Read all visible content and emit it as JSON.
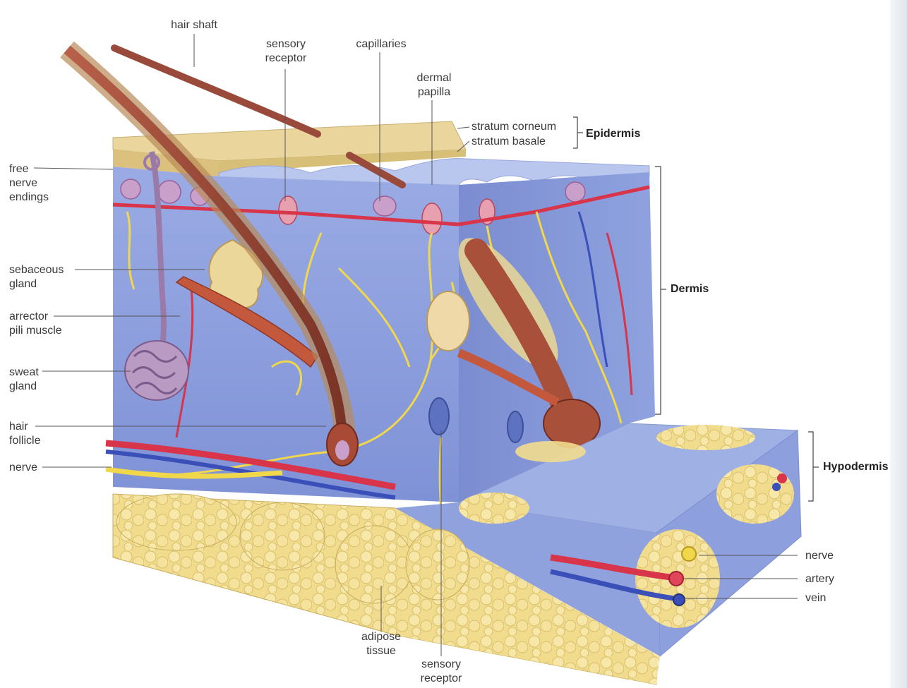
{
  "labels": {
    "hair_shaft": "hair shaft",
    "sensory_receptor_top": "sensory\nreceptor",
    "capillaries": "capillaries",
    "dermal_papilla": "dermal\npapilla",
    "stratum_corneum": "stratum corneum",
    "stratum_basale": "stratum basale",
    "epidermis": "Epidermis",
    "dermis": "Dermis",
    "hypodermis": "Hypodermis",
    "free_nerve_endings": "free\nnerve\nendings",
    "sebaceous_gland": "sebaceous\ngland",
    "arrector_pili_muscle": "arrector\npili muscle",
    "sweat_gland": "sweat\ngland",
    "hair_follicle": "hair\nfollicle",
    "nerve_left": "nerve",
    "adipose_tissue": "adipose\ntissue",
    "sensory_receptor_bottom": "sensory\nreceptor",
    "nerve_right": "nerve",
    "artery": "artery",
    "vein": "vein"
  },
  "colors": {
    "epidermis_top": "#e8d49a",
    "dermis_blue": "#8c9fdc",
    "dermis_dark": "#6f80c4",
    "adipose": "#f1dc8e",
    "hair": "#9a4a3a",
    "artery": "#d8344a",
    "vein": "#3a4fb8",
    "nerve": "#f0d84a",
    "leader": "#555555"
  }
}
